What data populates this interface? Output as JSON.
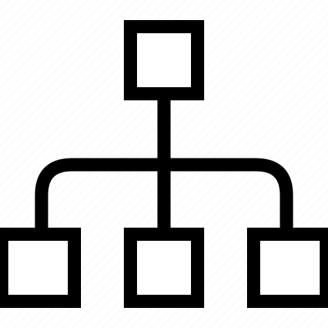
{
  "icon": {
    "name": "hierarchy-sitemap-icon",
    "stroke_color": "#000000",
    "fill_color": "#ffffff",
    "background_color": "#ffffff",
    "nodes": [
      "top-node",
      "bottom-left-node",
      "bottom-center-node",
      "bottom-right-node"
    ]
  }
}
